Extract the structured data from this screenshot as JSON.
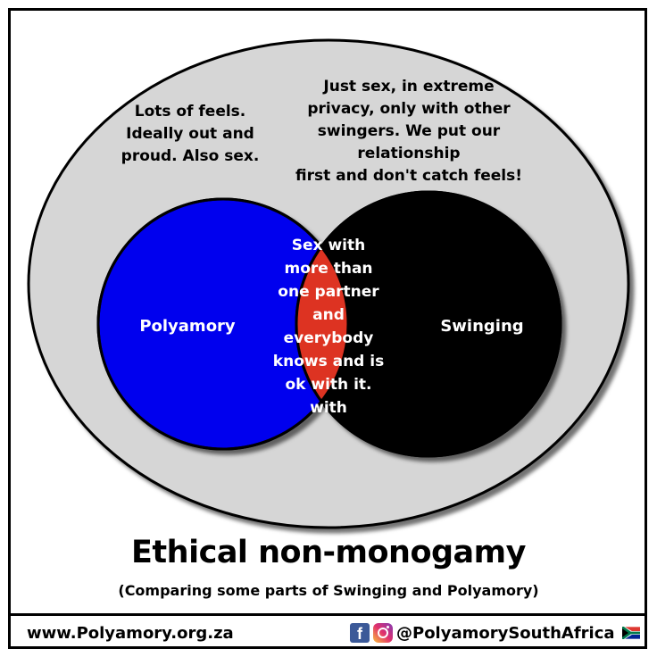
{
  "diagram": {
    "outer_note_left": "Lots of feels.\nIdeally out and\nproud. Also sex.",
    "outer_note_right": "Just sex, in extreme\nprivacy, only with other\nswingers. We put our relationship\nfirst and don't catch feels!",
    "left_circle_label": "Polyamory",
    "right_circle_label": "Swinging",
    "overlap_label": "Sex with\nmore than\none partner\nand\neverybody\nknows and is\nok with it.\nwith",
    "colors": {
      "outer_fill": "#d6d6d6",
      "left_circle": "#0000ee",
      "right_circle": "#000000",
      "overlap": "#dd3322"
    }
  },
  "title": "Ethical non-monogamy",
  "subtitle": "(Comparing some parts of Swinging and Polyamory)",
  "footer": {
    "website": "www.Polyamory.org.za",
    "social_handle": "@PolyamorySouthAfrica",
    "icons": [
      "facebook-icon",
      "instagram-icon",
      "south-africa-flag-icon"
    ]
  }
}
